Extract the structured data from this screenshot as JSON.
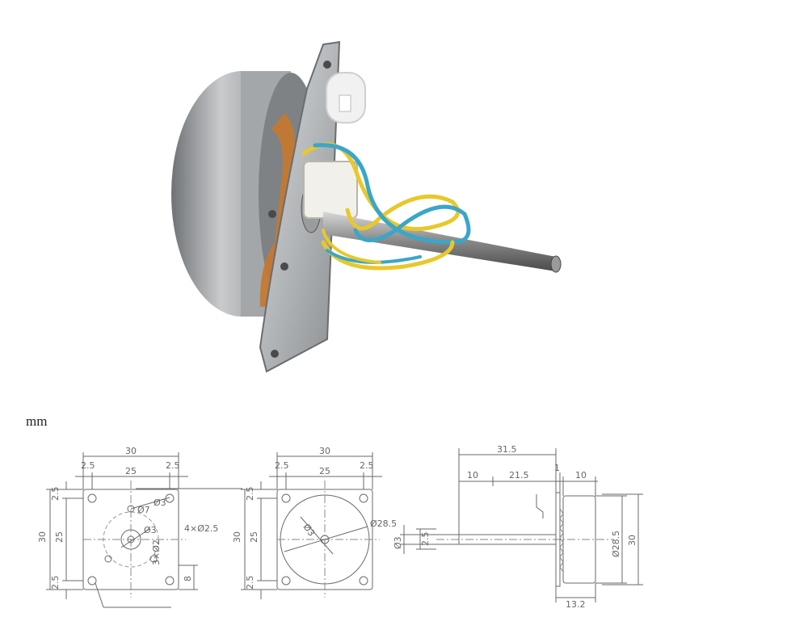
{
  "units": "mm",
  "front_view": {
    "width_total": "30",
    "pitch": "25",
    "edge_left": "2.5",
    "edge_right": "2.5",
    "height_total": "30",
    "v_pitch": "25",
    "v_edge_top": "2.5",
    "v_edge_bottom": "2.5",
    "hole_callout": "4×Ø2.5",
    "d_hub": "Ø7",
    "d_screw": "Ø3",
    "d_small": "Ø3",
    "screw_count": "3×Ø2",
    "offset": "8"
  },
  "rear_view": {
    "width_total": "30",
    "pitch": "25",
    "edge_left": "2.5",
    "edge_right": "2.5",
    "height_total": "30",
    "v_pitch": "25",
    "v_edge_top": "2.5",
    "v_edge_bottom": "2.5",
    "d_body": "Ø28.5",
    "d_shaft": "Ø3"
  },
  "side_view": {
    "overall": "31.5",
    "shaft_a": "10",
    "shaft_b": "21.5",
    "plate": "1",
    "body_len": "10",
    "d_shaft": "Ø3",
    "shaft_offset": "2.5",
    "d_body": "Ø28.5",
    "height": "30",
    "depth": "13.2"
  },
  "colors": {
    "line": "#6a6a6a",
    "center": "#8a8a8a",
    "metal": "#b8babc",
    "wire_yellow": "#e8c82a",
    "wire_blue": "#3aa6c8",
    "coil": "#c8782c"
  }
}
